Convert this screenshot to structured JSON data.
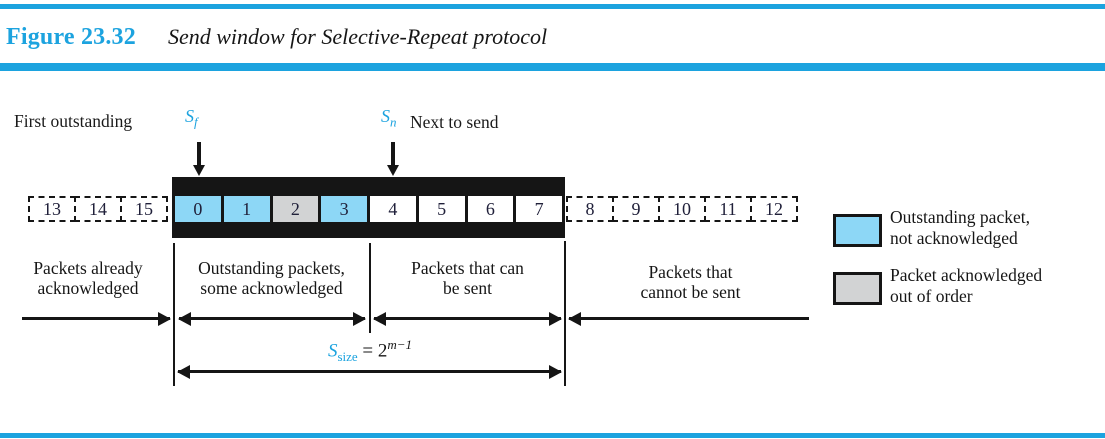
{
  "palette": {
    "accent": "#1CA3DF",
    "outstanding_fill": "#8DD7F6",
    "acked_out_of_order_fill": "#D2D3D4",
    "window_bar": "#151515"
  },
  "header": {
    "figure_label": "Figure 23.32",
    "caption": "Send window for Selective-Repeat protocol"
  },
  "pointers": {
    "first_outstanding": "First outstanding",
    "sf": {
      "base": "S",
      "sub": "f"
    },
    "sn": {
      "base": "S",
      "sub": "n"
    },
    "next_to_send": "Next to send"
  },
  "strip": {
    "outside_left": [
      {
        "label": "13"
      },
      {
        "label": "14"
      },
      {
        "label": "15"
      }
    ],
    "window": [
      {
        "label": "0",
        "state": "outstanding"
      },
      {
        "label": "1",
        "state": "outstanding"
      },
      {
        "label": "2",
        "state": "acked"
      },
      {
        "label": "3",
        "state": "outstanding"
      },
      {
        "label": "4",
        "state": "plain"
      },
      {
        "label": "5",
        "state": "plain"
      },
      {
        "label": "6",
        "state": "plain"
      },
      {
        "label": "7",
        "state": "plain"
      }
    ],
    "outside_right": [
      {
        "label": "8"
      },
      {
        "label": "9"
      },
      {
        "label": "10"
      },
      {
        "label": "11"
      },
      {
        "label": "12"
      }
    ]
  },
  "regions": {
    "already_acknowledged": {
      "line1": "Packets already",
      "line2": "acknowledged"
    },
    "outstanding": {
      "line1": "Outstanding packets,",
      "line2": "some acknowledged"
    },
    "can_send": {
      "line1": "Packets that can",
      "line2": "be sent"
    },
    "cannot_send": {
      "line1": "Packets that",
      "line2": "cannot be sent"
    }
  },
  "formula": {
    "base": "S",
    "sub": "size",
    "rhs": " = 2",
    "exponent": "m−1"
  },
  "legend": {
    "items": [
      {
        "line1": "Outstanding packet,",
        "line2": "not acknowledged"
      },
      {
        "line1": "Packet acknowledged",
        "line2": "out of order"
      }
    ]
  }
}
